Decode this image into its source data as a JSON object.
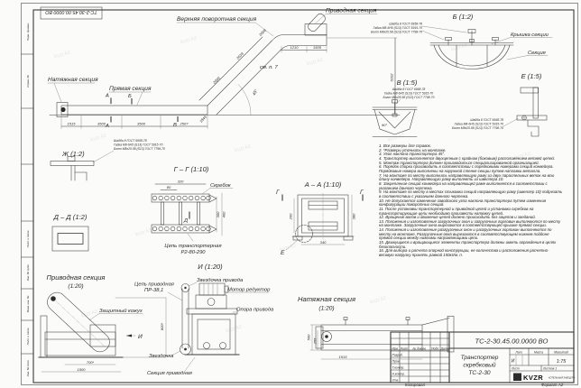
{
  "stamp_top": "ТС-2-30.45.00.0000 ВО",
  "watermark": "kvzr.kz",
  "main_view": {
    "labels": {
      "upper_turn": "Верхняя поворотная секция",
      "drive": "Приводная секция",
      "tension": "Натяжная секция",
      "straight": "Прямая секция",
      "see_note": "см. п. 7",
      "angle": "45°"
    },
    "marks": {
      "a": "А",
      "b": "Б",
      "v": "В"
    },
    "dims": {
      "bottom": [
        "1515",
        "3500",
        "3500",
        "2507"
      ],
      "slant": "1845",
      "incline": [
        "2000",
        "2639",
        "2008"
      ],
      "top": [
        "1210",
        "1505"
      ],
      "height": "6102"
    }
  },
  "fastener_callout": [
    "Шайба 8 ГОСТ 6958-78",
    "Гайка М8-6Н5 (S13) ГОСТ 5915-70",
    "Болт М8х25.58 (S13) ГОСТ 7798-70"
  ],
  "views": {
    "b": {
      "title": "Б (1:2)",
      "cover_label": "Крышка секции",
      "section_label": "Секция"
    },
    "v": {
      "title": "В (1:5)",
      "angle": "90°"
    },
    "e": {
      "title": "Е (1:5)"
    },
    "zh": {
      "title": "Ж (1:2)"
    },
    "dd": {
      "title": "Д – Д (1:2)"
    },
    "gg": {
      "title": "Г – Г (1:10)",
      "scraper": "Скребок",
      "chain_line1": "Цепь транспортерная",
      "chain_line2": "Р2-80-290",
      "dims": [
        "320",
        "80",
        "300",
        "400"
      ],
      "mark": "Д"
    },
    "aa": {
      "title": "А – А (1:10)",
      "dims": [
        "200",
        "380",
        "340"
      ],
      "mark_g": "Г",
      "mark_e": "Е"
    },
    "drive": {
      "title": "Приводная секция",
      "scale": "(1:20)",
      "cover": "Защитный кожух",
      "dims": [
        "700*",
        "1500",
        "800*"
      ],
      "view_mark": "И"
    },
    "i": {
      "title": "И (1:20)",
      "chain1": "Цепь приводная",
      "chain2": "ПР-38,1",
      "sprocket_drive": "Звездочка привода",
      "motor": "Мотор редуктор",
      "support": "Опора привода",
      "sprocket": "Звездочка",
      "section": "Секция приводная"
    },
    "tension": {
      "title": "Натяжная секция",
      "scale": "(1:20)",
      "dims": [
        "560",
        "255",
        "1515"
      ]
    }
  },
  "notes": {
    "items": [
      "1.  Все размеры для справок.",
      "2.  *Размеры уточнить на монтаже.",
      "3.  Угол наклона транспортера 45°.",
      "4.  Транспортер выполняется двухцепным с крайним (боковым) расположением ветвей цепей.",
      "5.  Монтаж транспортера должен производиться специализированной организацией.",
      "6.  Порядок сборки производить в соответствии с порядковыми номерами секций конвейера. Порядковые номера выполнены на наружной стенке секции путем наплавки металла.",
      "7.  На монтаже по месту выполнить направляющую раму из двух параллельных веток на всю длину конвейера. Направляющую раму выполнять из швеллера 10.",
      "8.  Закрепление секций конвейера на направляющей раме выполняется в соответствии с указанием данного чертежа.",
      "9.  На монтаже по месту в местах стыковки секций направляющую раму (швеллер 10) подрезать в соответствии с указанием данного чертежа.",
      "10. Не допускается изменение заводского угла наклона транспортера путем изменения конфигурации поворотных секций.",
      "11. После установки транспортерной и приводной цепей и установки скребков на транспортирующие цепи необходимо произвести натяжку цепей.",
      "12. Вращение валов и движение цепей должно происходить без зацепов и заеданий.",
      "13. Положения и изготовление загрузочных окон и загрузочных горловин выполняются по месту на монтаже. Загрузочные окна вырезаются в соответствующей крышке прямой секции.",
      "14. Положения и изготовление разгрузочных окон и разгрузочных горловин выполняются по месту на монтаже. Разгрузочные окна вырезаются в соответствующем нижнем поддоне прямой секции между нижними направляющими цепи.",
      "15. Движущиеся и вращающиеся элементы транспортера должны иметь ограждения в целях безопасности.",
      "16. Для выбора и расчета опорной конструкции, ее количества и расположения расчетно-весовую нагрузку принять равной 150кг/м. п."
    ]
  },
  "frame_labels": {
    "perv": "Перв. примен.",
    "sprav": "Справ. №",
    "podp1": "Подп. и дата",
    "inv_dubl": "Инв. № дубл.",
    "vzam": "Взам. инв. №",
    "podp2": "Подп. и дата",
    "inv_podl": "Инв. № подл."
  },
  "title_block": {
    "doc_number": "ТС-2-30.45.00.0000  ВО",
    "name1": "Транспортер",
    "name2": "скребковый",
    "name3": "ТС-2-30",
    "col_izm": "Изм.",
    "col_list": "Лист",
    "col_doc": "№ докум.",
    "col_sign": "Подп.",
    "col_date": "Дата",
    "row_dev": "Разраб.",
    "row_check": "Пров.",
    "row_tcontr": "Т.контр.",
    "row_ncontr": "Н.контр.",
    "row_approve": "Утв.",
    "lit_header": "Лит.",
    "mass_header": "Масса",
    "scale_header": "Масштаб",
    "litera": "И",
    "scale": "1:75",
    "sheet": "Лист",
    "sheets": "Листов 1",
    "logo": "KVZR",
    "logo_sub": "КОТЕЛЬНЫЙ ЗАВОД РФ",
    "copied": "Копировал",
    "format": "Формат А2"
  }
}
